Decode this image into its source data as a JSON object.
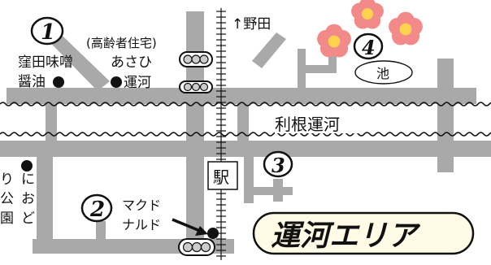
{
  "map": {
    "title": "運河エリア",
    "north_label": "↑野田",
    "canal_label": "利根運河",
    "pond_label": "池",
    "station_label": "駅",
    "markers": [
      {
        "number": "1"
      },
      {
        "number": "2"
      },
      {
        "number": "3"
      },
      {
        "number": "4"
      }
    ],
    "places": {
      "kubota_line1": "窪田味噌",
      "kubota_line2": "醤油",
      "asahi_note": "(高齢者住宅)",
      "asahi_line1": "あさひ",
      "asahi_line2": "運河",
      "mcd_line1": "マクド",
      "mcd_line2": "ナルド",
      "park_col1": [
        "り",
        "公",
        "園"
      ],
      "park_col2": [
        "に",
        "お",
        "ど"
      ]
    },
    "colors": {
      "road": "#a9a9a9",
      "flower": "#f28a8a",
      "flower_center": "#ffd34d",
      "title_bg": "#fffbe6"
    },
    "icons": [
      "traffic-light-icon",
      "cherry-blossom-icon",
      "railway-track-icon"
    ]
  }
}
